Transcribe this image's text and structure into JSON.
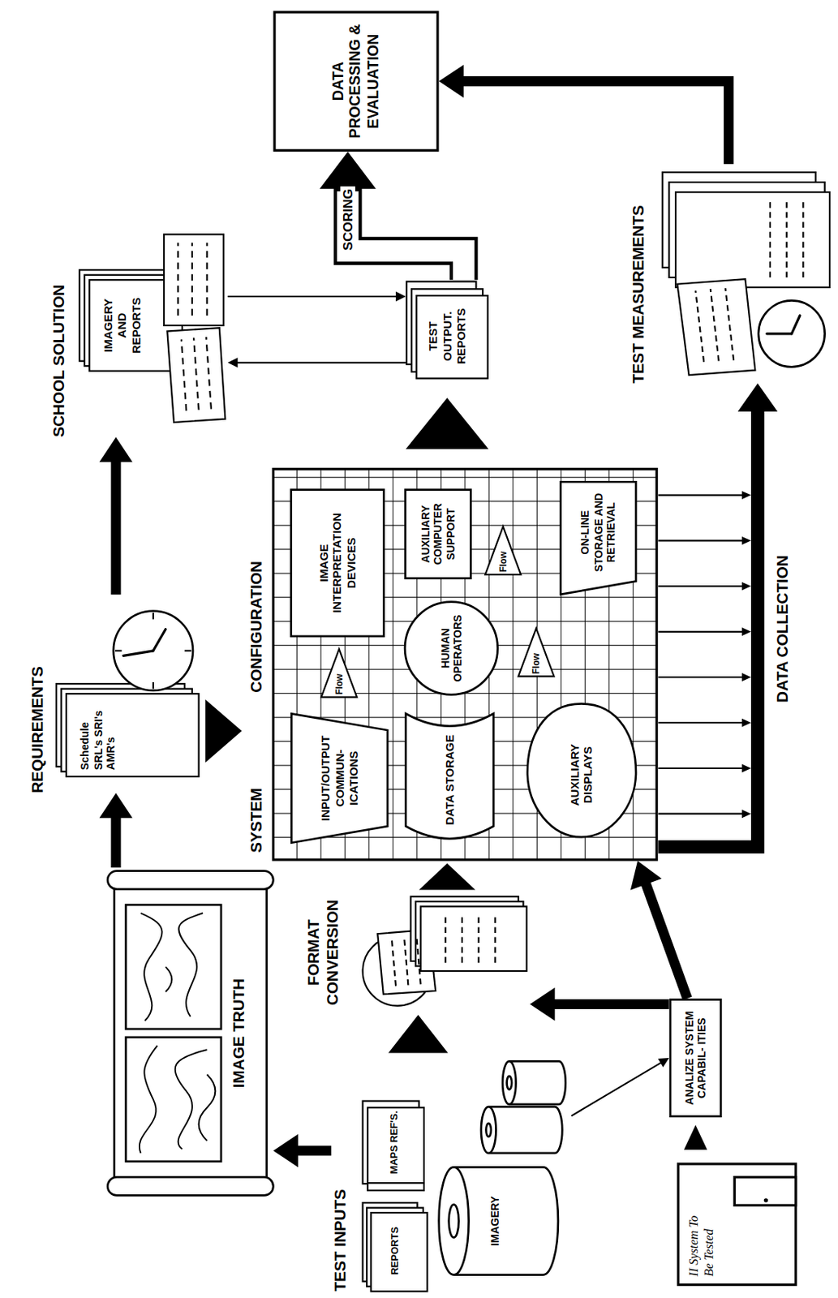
{
  "diagram": {
    "nodes": [
      {
        "text": [
          "TEST INPUTS"
        ]
      },
      {
        "text": [
          "REPORTS"
        ],
        "in": 0
      },
      {
        "text": [
          "MAPS REF'S."
        ],
        "in": 0
      },
      {
        "text": [
          "IMAGERY"
        ],
        "in": 0
      },
      {
        "text": [
          "IMAGE TRUTH"
        ]
      },
      {
        "text": [
          "REQUIREMENTS",
          "Schedule SRL's SRI's AMR's"
        ]
      },
      {
        "text": [
          "SCHOOL SOLUTION",
          "IMAGERY AND REPORTS"
        ]
      },
      {
        "text": [
          "DATA PROCESSING & EVALUATION"
        ]
      },
      {
        "text": [
          "FORMAT CONVERSION"
        ]
      },
      {
        "text": [
          "SYSTEM CONFIGURATION"
        ]
      },
      {
        "text": [
          "INPUT/OUTPUT COMMUN- ICATIONS"
        ],
        "in": 9
      },
      {
        "text": [
          "IMAGE INTERPRETATION DEVICES"
        ],
        "in": 9
      },
      {
        "text": [
          "DATA STORAGE"
        ],
        "in": 9
      },
      {
        "text": [
          "HUMAN OPERATORS"
        ],
        "in": 9
      },
      {
        "text": [
          "AUXILIARY COMPUTER SUPPORT"
        ],
        "in": 9
      },
      {
        "text": [
          "AUXILIARY DISPLAYS"
        ],
        "in": 9
      },
      {
        "text": [
          "ON-LINE STORAGE AND RETRIEVAL"
        ],
        "in": 9
      },
      {
        "text": [
          "Flow"
        ],
        "in": 9
      },
      {
        "text": [
          "Flow"
        ],
        "in": 9
      },
      {
        "text": [
          "Flow"
        ],
        "in": 9
      },
      {
        "text": [
          "TEST OUTPUT. REPORTS"
        ]
      },
      {
        "text": [
          "TEST MEASUREMENTS"
        ]
      },
      {
        "text": [
          "II System To Be Tested"
        ]
      },
      {
        "text": [
          "ANALIZE SYSTEM CAPABIL- ITIES"
        ]
      }
    ],
    "edges": [
      {
        "from": 0,
        "to": 4,
        "arrow": "to"
      },
      {
        "from": 4,
        "to": 5,
        "arrow": "to"
      },
      {
        "from": 5,
        "to": 6,
        "arrow": "to"
      },
      {
        "from": 0,
        "to": 8,
        "arrow": "to"
      },
      {
        "from": 8,
        "to": 9,
        "arrow": "to"
      },
      {
        "from": 5,
        "to": 9,
        "arrow": "to"
      },
      {
        "from": 9,
        "to": 20,
        "arrow": "to"
      },
      {
        "from": 6,
        "to": 20,
        "arrow": "to"
      },
      {
        "from": 20,
        "to": 6,
        "arrow": "to"
      },
      {
        "from": 20,
        "to": 7,
        "label": "SCORING",
        "arrow": "to"
      },
      {
        "from": 9,
        "to": 21,
        "label": "DATA COLLECTION",
        "arrow": "to"
      },
      {
        "from": 21,
        "to": 7,
        "arrow": "to"
      },
      {
        "from": 0,
        "to": 23,
        "arrow": "to"
      },
      {
        "from": 22,
        "to": 23,
        "arrow": "to"
      },
      {
        "from": 23,
        "to": 8,
        "arrow": "to"
      },
      {
        "from": 23,
        "to": 9,
        "arrow": "to"
      }
    ]
  }
}
